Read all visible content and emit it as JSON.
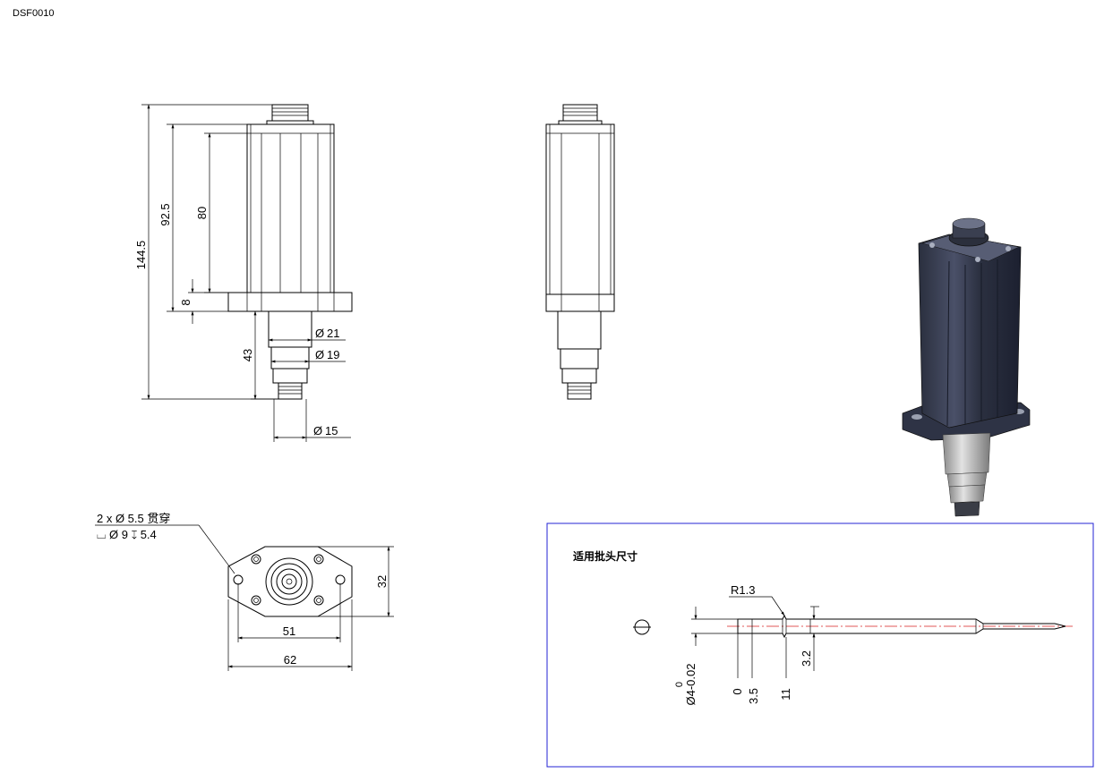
{
  "drawing_number": "DSF0010",
  "front_view": {
    "dims": {
      "overall_height": "144.5",
      "body_height": "92.5",
      "profile_height": "80",
      "flange_thickness": "8",
      "lower_length": "43",
      "dia_21": "21",
      "dia_19": "19",
      "dia_15": "15"
    },
    "diameter_symbol": "Ø"
  },
  "bottom_view": {
    "hole_note_1": "2 x Ø 5.5 贯穿",
    "hole_note_2": "⌴ Ø 9 ↧ 5.4",
    "dims": {
      "hole_spacing": "51",
      "flange_width": "62",
      "flange_depth": "32"
    }
  },
  "bit_panel": {
    "title": "适用批头尺寸",
    "radius": "R1.3",
    "dia_tolerance_upper": "0",
    "dia_label": "Ø4-0.02",
    "dim_0": "0",
    "dim_3_5": "3.5",
    "dim_11": "11",
    "dim_3_2": "3.2",
    "border_color": "#2323d6",
    "centerline_color": "#d62020"
  }
}
